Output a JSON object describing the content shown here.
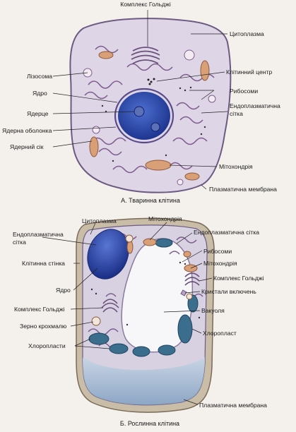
{
  "animal": {
    "caption": "А. Тваринна клітина",
    "labels": {
      "golgi": "Комплекс Гольджі",
      "cytoplasm": "Цитоплазма",
      "lysosome": "Лізосома",
      "nucleus": "Ядро",
      "nucleolus": "Ядерце",
      "nuclear_envelope": "Ядерна оболонка",
      "nuclear_sap": "Ядерний сік",
      "cell_center": "Клітинний центр",
      "ribosomes": "Рибосоми",
      "er_line1": "Ендоплазматична",
      "er_line2": "сітка",
      "mitochondria": "Мітохондрія",
      "plasma_membrane": "Плазматична мембрана"
    }
  },
  "plant": {
    "caption": "Б. Рослинна клітина",
    "labels": {
      "cytoplasm": "Цитоплазма",
      "mitochondria_top": "Мітохондрія",
      "er_left_line1": "Ендоплазматична",
      "er_left_line2": "сітка",
      "er_right": "Ендоплазматична сітка",
      "cell_wall": "Клітинна стінка",
      "ribosomes": "Рибосоми",
      "mitochondria_right": "Мітохондрія",
      "nucleus": "Ядро",
      "golgi_right": "Комплекс Гольджі",
      "crystals": "Кристали включень",
      "golgi_left": "Комплекс Гольджі",
      "vacuole": "Вакуоля",
      "starch": "Зерно крохмалю",
      "chloroplast": "Хлоропласт",
      "chloroplasts": "Хлоропласти",
      "plasma_membrane": "Плазматична мембрана"
    }
  },
  "colors": {
    "cytoplasm": "#ddd5e6",
    "er": "#7e5d8e",
    "nucleus": "#2b48a8",
    "mitochondria": "#d9a077",
    "chloroplast": "#3b6e8c",
    "vacuole": "#f7f7f9",
    "cell_wall": "#c9bda8"
  }
}
